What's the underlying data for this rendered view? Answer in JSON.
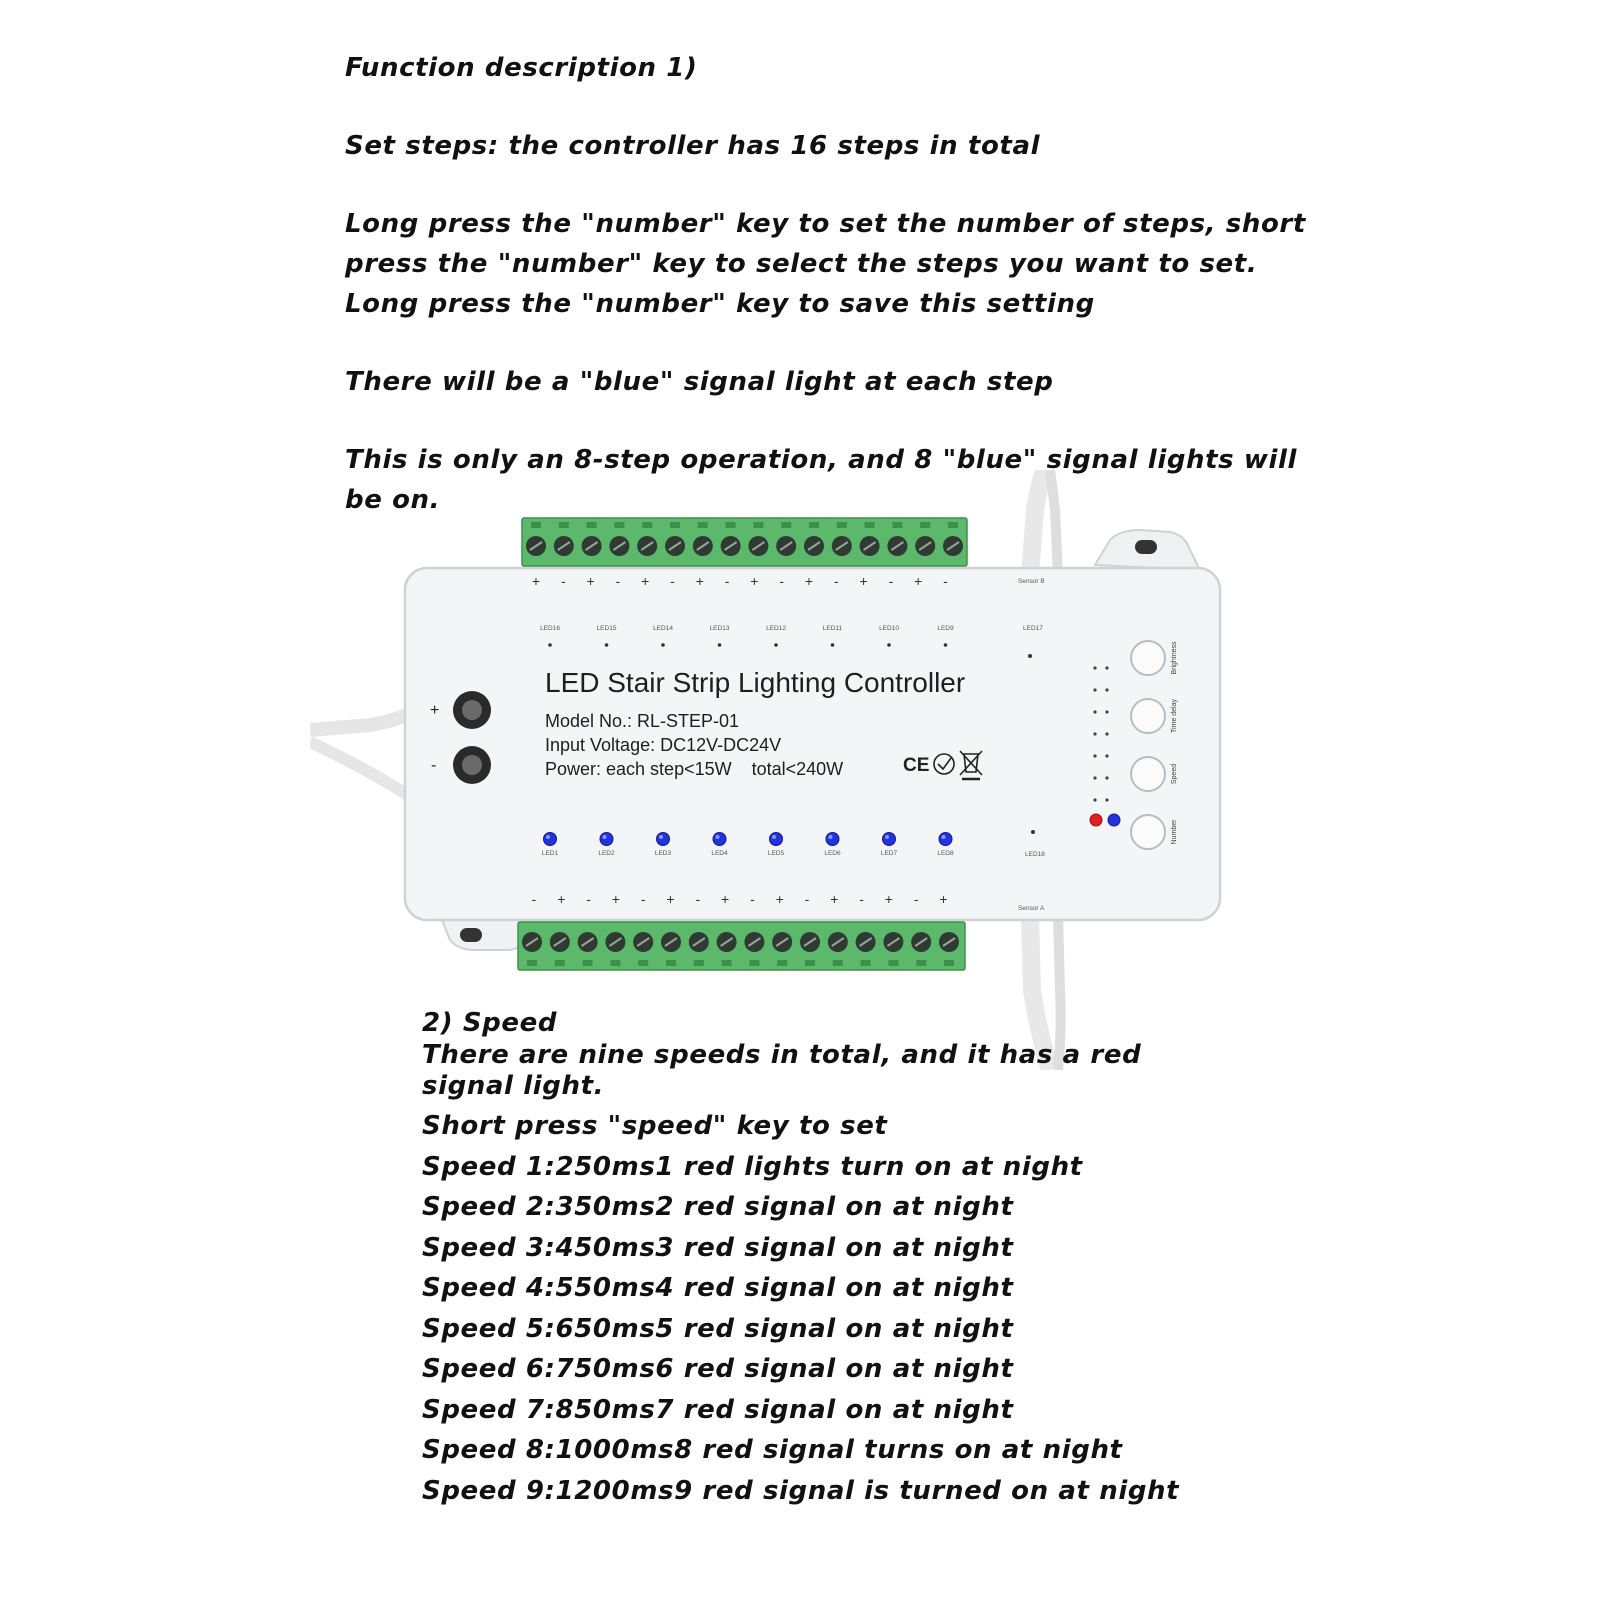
{
  "section1": {
    "heading": "Function description 1)",
    "set_steps": "Set steps: the controller has 16 steps in total",
    "instructions": [
      "Long press the \"number\" key to set the number of steps, short",
      "press the \"number\" key to select the steps you want to set.",
      "Long press the \"number\" key to save this setting"
    ],
    "blue_light": "There will be a \"blue\" signal light at each step",
    "eight_step": [
      "This is only an 8-step operation, and 8 \"blue\" signal lights will",
      "be on."
    ]
  },
  "device": {
    "title": "LED Stair Strip Lighting Controller",
    "model": "Model No.: RL-STEP-01",
    "voltage": "Input Voltage: DC12V-DC24V",
    "power": "Power: each step<15W    total<240W",
    "cert_marks": "CE",
    "plus": "+",
    "minus": "-",
    "sensor_b": "Sensor B",
    "sensor_a": "Sensor A",
    "led17": "LED17",
    "led18": "LED18",
    "top_leds": [
      "LED16",
      "LED15",
      "LED14",
      "LED13",
      "LED12",
      "LED11",
      "LED10",
      "LED9"
    ],
    "bottom_leds": [
      "LED1",
      "LED2",
      "LED3",
      "LED4",
      "LED5",
      "LED6",
      "LED7",
      "LED8"
    ],
    "buttons": [
      "Brightness",
      "Time delay",
      "Speed",
      "Number"
    ],
    "colors": {
      "terminal_green": "#5cb86a",
      "led_blue": "#2233dd",
      "led_red": "#dd2222",
      "housing": "#f4f5f6"
    }
  },
  "section2": {
    "heading": "2) Speed",
    "desc": [
      "There are nine speeds in total, and it has a red",
      "signal light."
    ],
    "short_press": "Short press \"speed\" key to set",
    "speeds": [
      "Speed 1:250ms1 red lights turn on at night",
      "Speed 2:350ms2 red signal on at night",
      "Speed 3:450ms3 red signal on at night",
      "Speed 4:550ms4 red signal on at night",
      "Speed 5:650ms5 red signal on at night",
      "Speed 6:750ms6 red signal on at night",
      "Speed 7:850ms7 red signal on at night",
      "Speed 8:1000ms8 red signal turns on at night",
      "Speed 9:1200ms9 red signal is turned on at night"
    ]
  }
}
